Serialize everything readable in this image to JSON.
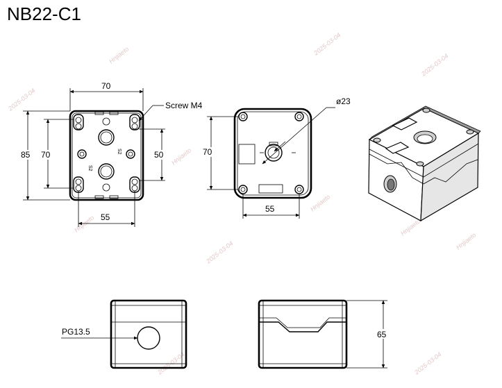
{
  "title": "NB22-C1",
  "views": {
    "bottom": {
      "dims": {
        "width_top": "70",
        "height_outer": "85",
        "height_inner": "70",
        "width_bottom": "55",
        "height_right": "50"
      },
      "callout": "Screw M4",
      "molded_text_1": "S2",
      "molded_text_2": "S2"
    },
    "top": {
      "dims": {
        "height": "70",
        "width": "55",
        "hole": "ø23"
      }
    },
    "front": {
      "callout": "PG13.5"
    },
    "side": {
      "dims": {
        "height": "65"
      }
    }
  },
  "watermarks": [
    "Hnjiaeto",
    "2025-03-04",
    "Hnjiaeto",
    "2025-03-04",
    "Hnjiaeto",
    "2025-03-04",
    "Hnjiaeto",
    "2025-03-04",
    "Hnjiaeto",
    "2025-03-04",
    "Hnjiaeto",
    "2025-03-04"
  ]
}
